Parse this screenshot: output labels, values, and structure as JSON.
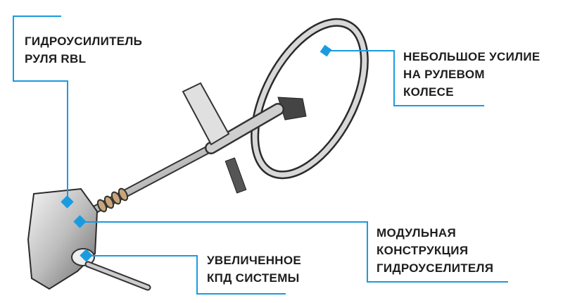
{
  "colors": {
    "accent": "#1a9be0",
    "text": "#1e1e1e"
  },
  "callouts": {
    "power_steering": {
      "lines": [
        "ГИДРОУСИЛИТЕЛЬ",
        "РУЛЯ RBL"
      ]
    },
    "steering_effort": {
      "lines": [
        "НЕБОЛЬШОЕ УСИЛИЕ",
        "НА РУЛЕВОМ",
        "КОЛЕСЕ"
      ]
    },
    "modular_design": {
      "lines": [
        "МОДУЛЬНАЯ",
        "КОНСТРУКЦИЯ",
        "ГИДРОУСЕЛИТЕЛЯ"
      ]
    },
    "efficiency": {
      "lines": [
        "УВЕЛИЧЕННОЕ",
        "КПД СИСТЕМЫ"
      ]
    }
  }
}
